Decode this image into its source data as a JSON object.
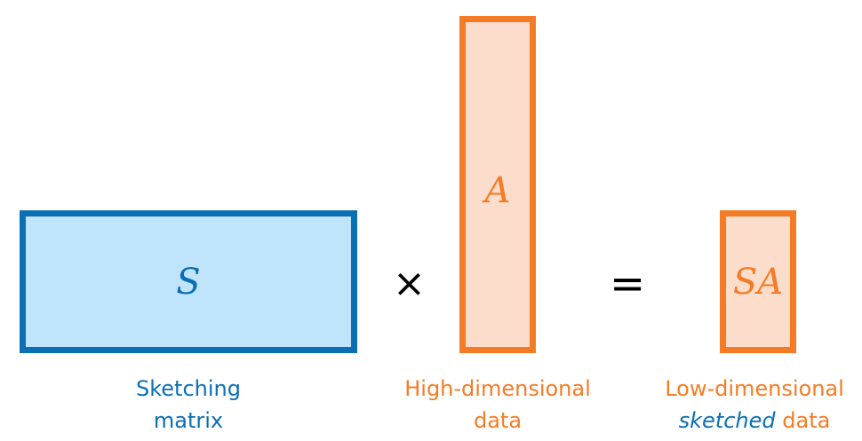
{
  "sketching_matrix": {
    "symbol": "S",
    "label_line1": "Sketching",
    "label_line2": "matrix",
    "fill_color": "#bfe4fb",
    "border_color": "#0b6fb4"
  },
  "operator_times": "×",
  "high_dim_data": {
    "symbol": "A",
    "label_line1": "High-dimensional",
    "label_line2": "data",
    "fill_color": "#fcdccb",
    "border_color": "#f57c26"
  },
  "operator_equals": "=",
  "low_dim_data": {
    "symbol": "SA",
    "label_line1": "Low-dimensional",
    "label_line2_emphasis": "sketched",
    "label_line2_rest": " data",
    "fill_color": "#fcdccb",
    "border_color": "#f57c26"
  }
}
